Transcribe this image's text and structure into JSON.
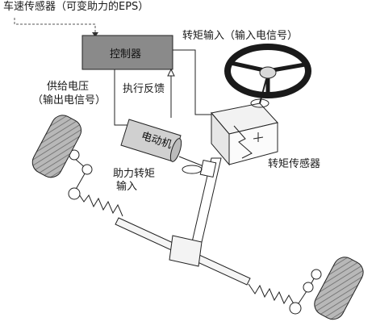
{
  "labels": {
    "speed_sensor": "车速传感器（可变助力的EPS）",
    "controller": "控制器",
    "torque_input": "转矩输入（输入电信号）",
    "supply_voltage_line1": "供给电压",
    "supply_voltage_line2": "（输出电信号）",
    "feedback": "执行反馈",
    "motor": "电动机",
    "assist_torque_line1": "助力转矩",
    "assist_torque_line2": "输入",
    "torque_sensor": "转矩传感器"
  },
  "colors": {
    "controller_fill": "#8a8a8a",
    "motor_fill": "#d0d0d0",
    "wheel_fill": "#b5b5b5",
    "steering_wheel": "#1a1a1a",
    "line": "#222222",
    "dashed": "#555555"
  }
}
